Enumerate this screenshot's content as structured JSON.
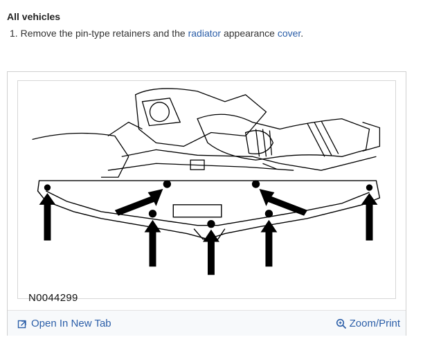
{
  "heading": "All vehicles",
  "step": {
    "number": "1.",
    "text_before": "Remove the pin-type retainers and the",
    "link_radiator": "radiator",
    "text_middle": "appearance",
    "link_cover": "cover",
    "text_after": "."
  },
  "figure": {
    "id_label": "N0044299"
  },
  "footer": {
    "open_tab_label": "Open In New Tab",
    "zoom_label": "Zoom/Print",
    "open_tab_icon": "open-in-new-tab-icon",
    "zoom_icon": "magnifier-icon"
  },
  "colors": {
    "link": "#2b5ea8",
    "text": "#222222"
  }
}
